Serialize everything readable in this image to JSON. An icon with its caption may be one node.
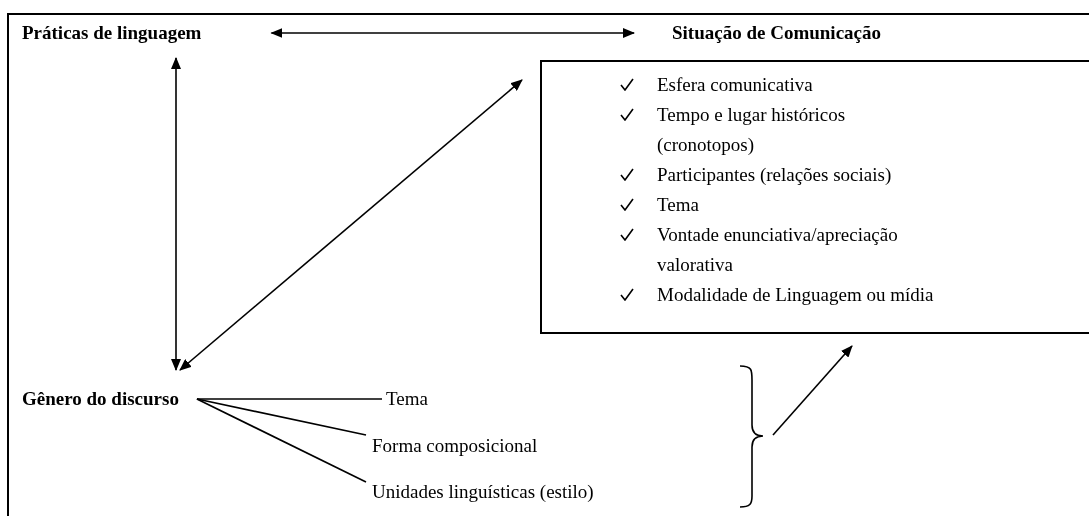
{
  "diagram": {
    "nodes": [
      {
        "text": [
          "Práticas de linguagem"
        ]
      },
      {
        "text": [
          "Situação de Comunicação"
        ]
      },
      {
        "text": [
          "Esfera comunicativa",
          "Tempo e lugar históricos (cronotopos)",
          "Participantes (relações sociais)",
          "Tema",
          "Vontade enunciativa/apreciação valorativa",
          "Modalidade de Linguagem ou mídia"
        ]
      },
      {
        "text": [
          "Gênero do discurso"
        ]
      },
      {
        "text": [
          "Tema"
        ]
      },
      {
        "text": [
          "Forma composicional"
        ]
      },
      {
        "text": [
          "Unidades linguísticas (estilo)"
        ]
      }
    ],
    "edges": [
      {
        "from": 0,
        "to": 1,
        "arrow": "both"
      },
      {
        "from": 0,
        "to": 3,
        "arrow": "both"
      },
      {
        "from": 3,
        "to": 2,
        "arrow": "both"
      },
      {
        "from": 3,
        "to": 4,
        "arrow": "none"
      },
      {
        "from": 3,
        "to": 5,
        "arrow": "none"
      },
      {
        "from": 3,
        "to": 6,
        "arrow": "none"
      },
      {
        "from": null,
        "to": 2,
        "arrow": "to"
      }
    ]
  }
}
